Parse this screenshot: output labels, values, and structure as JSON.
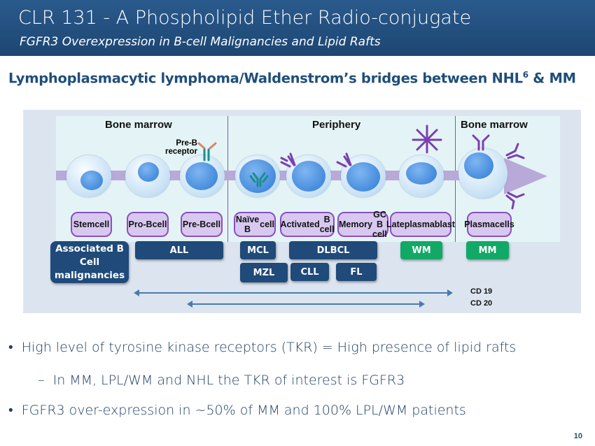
{
  "header": {
    "title": "CLR 131 - A Phospholipid Ether Radio-conjugate",
    "subtitle": "FGFR3 Overexpression in B-cell Malignancies and Lipid Rafts"
  },
  "heading": {
    "text": "Lymphoplasmacytic lymphoma/Waldenstrom’s bridges between NHL",
    "sup": "6",
    "tail": " & MM"
  },
  "diagram": {
    "regions": [
      "Bone marrow",
      "Periphery",
      "Bone marrow"
    ],
    "pre_b_receptor": "Pre-B receptor",
    "cells": [
      {
        "l1": "Stem",
        "l2": "cell"
      },
      {
        "l1": "Pro-B",
        "l2": "cell"
      },
      {
        "l1": "Pre-B",
        "l2": "cell"
      },
      {
        "l1": "Naïve B",
        "l2": "cell"
      },
      {
        "l1": "Activated",
        "l2": "B cell"
      },
      {
        "l1": "Memory",
        "l2": "GC B cell"
      },
      {
        "l1": "Late",
        "l2": "plasmablast"
      },
      {
        "l1": "Plasma",
        "l2": "cells"
      }
    ],
    "malignancies_label": "Associated B Cell malignancies",
    "boxes": {
      "all": "ALL",
      "mcl": "MCL",
      "dlbcl": "DLBCL",
      "mzl": "MZL",
      "cll": "CLL",
      "fl": "FL",
      "wm": "WM",
      "mm": "MM"
    },
    "markers": [
      "CD 19",
      "CD 20"
    ],
    "colors": {
      "navy": "#1f4a7a",
      "green": "#12a866"
    }
  },
  "bullets": [
    "High level of tyrosine kinase receptors (TKR) = High presence of lipid rafts",
    "In MM, LPL/WM and NHL the TKR of interest is FGFR3",
    "FGFR3 over-expression in ~50% of MM and 100% LPL/WM patients"
  ],
  "page_number": "10"
}
